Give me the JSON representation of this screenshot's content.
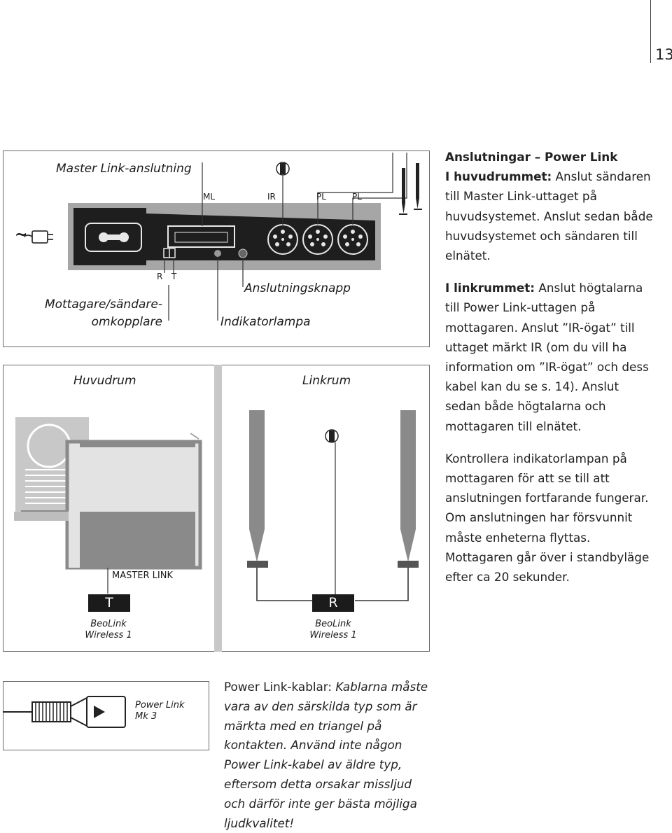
{
  "page": {
    "number": "13"
  },
  "panel": {
    "title": "Master Link-anslutning",
    "socket_labels": {
      "ml": "ML",
      "ir": "IR",
      "pl1": "PL",
      "pl2": "PL"
    },
    "switch_labels": {
      "r": "R",
      "t": "T"
    },
    "mains_symbol": "~",
    "switch_caption": "Mottagare/sändare-\nomkopplare",
    "button_caption": "Anslutningsknapp",
    "lamp_caption": "Indikatorlampa"
  },
  "rooms": {
    "main_room": "Huvudrum",
    "link_room": "Linkrum",
    "master_link_label": "MASTER LINK",
    "t_tag": "T",
    "r_tag": "R",
    "beolink_t": "BeoLink\nWireless 1",
    "beolink_r": "BeoLink\nWireless 1"
  },
  "instructions": {
    "heading": "Anslutningar – Power Link",
    "p1_lead": "I huvudrummet:",
    "p1_text": " Anslut sändaren till Master Link-uttaget på huvudsystemet. Anslut sedan både huvudsystemet och sändaren till elnätet.",
    "p2_lead": "I linkrummet:",
    "p2_text": " Anslut högtalarna till Power Link-uttagen på mottagaren. Anslut ”IR-ögat” till uttaget märkt IR (om du vill ha information om ”IR-ögat” och dess kabel kan du se s. 14). Anslut sedan både högtalarna och mottagaren till elnätet.",
    "p3_text": "Kontrollera indikatorlampan på mottagaren för att se till att anslutningen fortfarande fungerar. Om anslutningen har försvunnit måste enheterna flyttas. Mottagaren går över i standbyläge efter ca 20 sekunder."
  },
  "cable_note": {
    "plug_label": "Power Link\nMk 3",
    "heading": "Power Link-kablar:",
    "text": " Kablarna måste vara av den särskilda typ som är märkta med en triangel på kontakten. Använd inte någon Power Link-kabel av äldre typ, eftersom detta orsakar missljud och därför inte ger bästa möjliga ljudkvalitet!"
  },
  "colors": {
    "panel_gray": "#a6a6a6",
    "panel_dark": "#1e1e1e",
    "device_gray": "#8a8a8a",
    "divider": "#c8c8c8"
  }
}
